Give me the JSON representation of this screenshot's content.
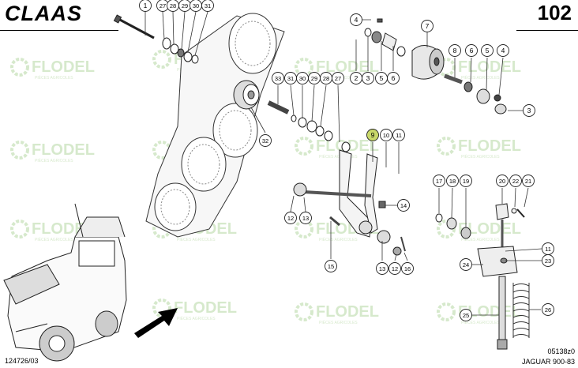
{
  "header": {
    "brand": "CLAAS",
    "page_number": "102"
  },
  "footer": {
    "left_code": "124726/03",
    "right_code": "05138z0",
    "model": "JAGUAR 900-83"
  },
  "watermark": {
    "brand": "FLODEL",
    "tagline": "PIÈCES AGRICOLES"
  },
  "callouts": [
    {
      "label": "1"
    },
    {
      "label": "27"
    },
    {
      "label": "28"
    },
    {
      "label": "29"
    },
    {
      "label": "30"
    },
    {
      "label": "31"
    },
    {
      "label": "4"
    },
    {
      "label": "7"
    },
    {
      "label": "2"
    },
    {
      "label": "3"
    },
    {
      "label": "5"
    },
    {
      "label": "6"
    },
    {
      "label": "8"
    },
    {
      "label": "6"
    },
    {
      "label": "5"
    },
    {
      "label": "4"
    },
    {
      "label": "3"
    },
    {
      "label": "33"
    },
    {
      "label": "31"
    },
    {
      "label": "30"
    },
    {
      "label": "29"
    },
    {
      "label": "28"
    },
    {
      "label": "27"
    },
    {
      "label": "32"
    },
    {
      "label": "9",
      "highlight": true
    },
    {
      "label": "10"
    },
    {
      "label": "11"
    },
    {
      "label": "12"
    },
    {
      "label": "13"
    },
    {
      "label": "14"
    },
    {
      "label": "15"
    },
    {
      "label": "13"
    },
    {
      "label": "12"
    },
    {
      "label": "16"
    },
    {
      "label": "17"
    },
    {
      "label": "18"
    },
    {
      "label": "19"
    },
    {
      "label": "20"
    },
    {
      "label": "22"
    },
    {
      "label": "21"
    },
    {
      "label": "11"
    },
    {
      "label": "23"
    },
    {
      "label": "24"
    },
    {
      "label": "25"
    },
    {
      "label": "26"
    }
  ]
}
